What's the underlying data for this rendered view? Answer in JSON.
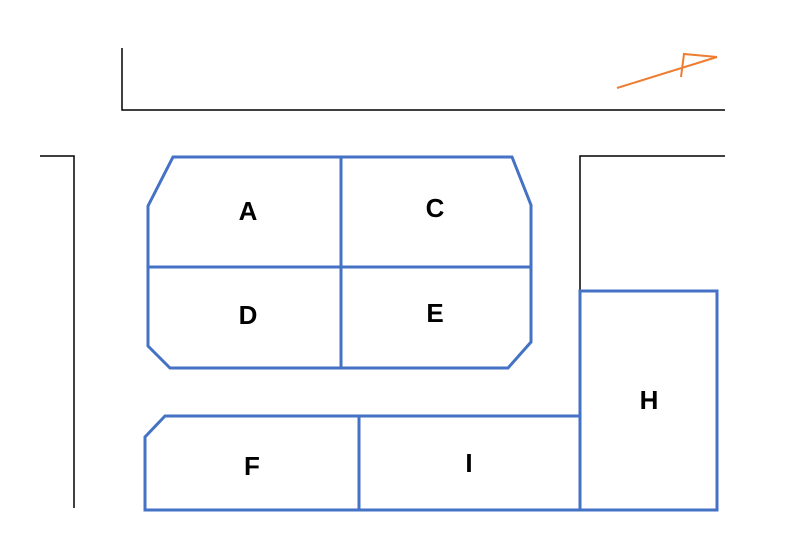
{
  "colors": {
    "block_stroke": "#4472c4",
    "street_stroke": "#000000",
    "arrow_stroke": "#ed7d31",
    "label_color": "#000000"
  },
  "labels": {
    "A": "A",
    "C": "C",
    "D": "D",
    "E": "E",
    "F": "F",
    "I": "I",
    "H": "H"
  },
  "icons": {
    "north_arrow": "north-arrow-icon"
  }
}
